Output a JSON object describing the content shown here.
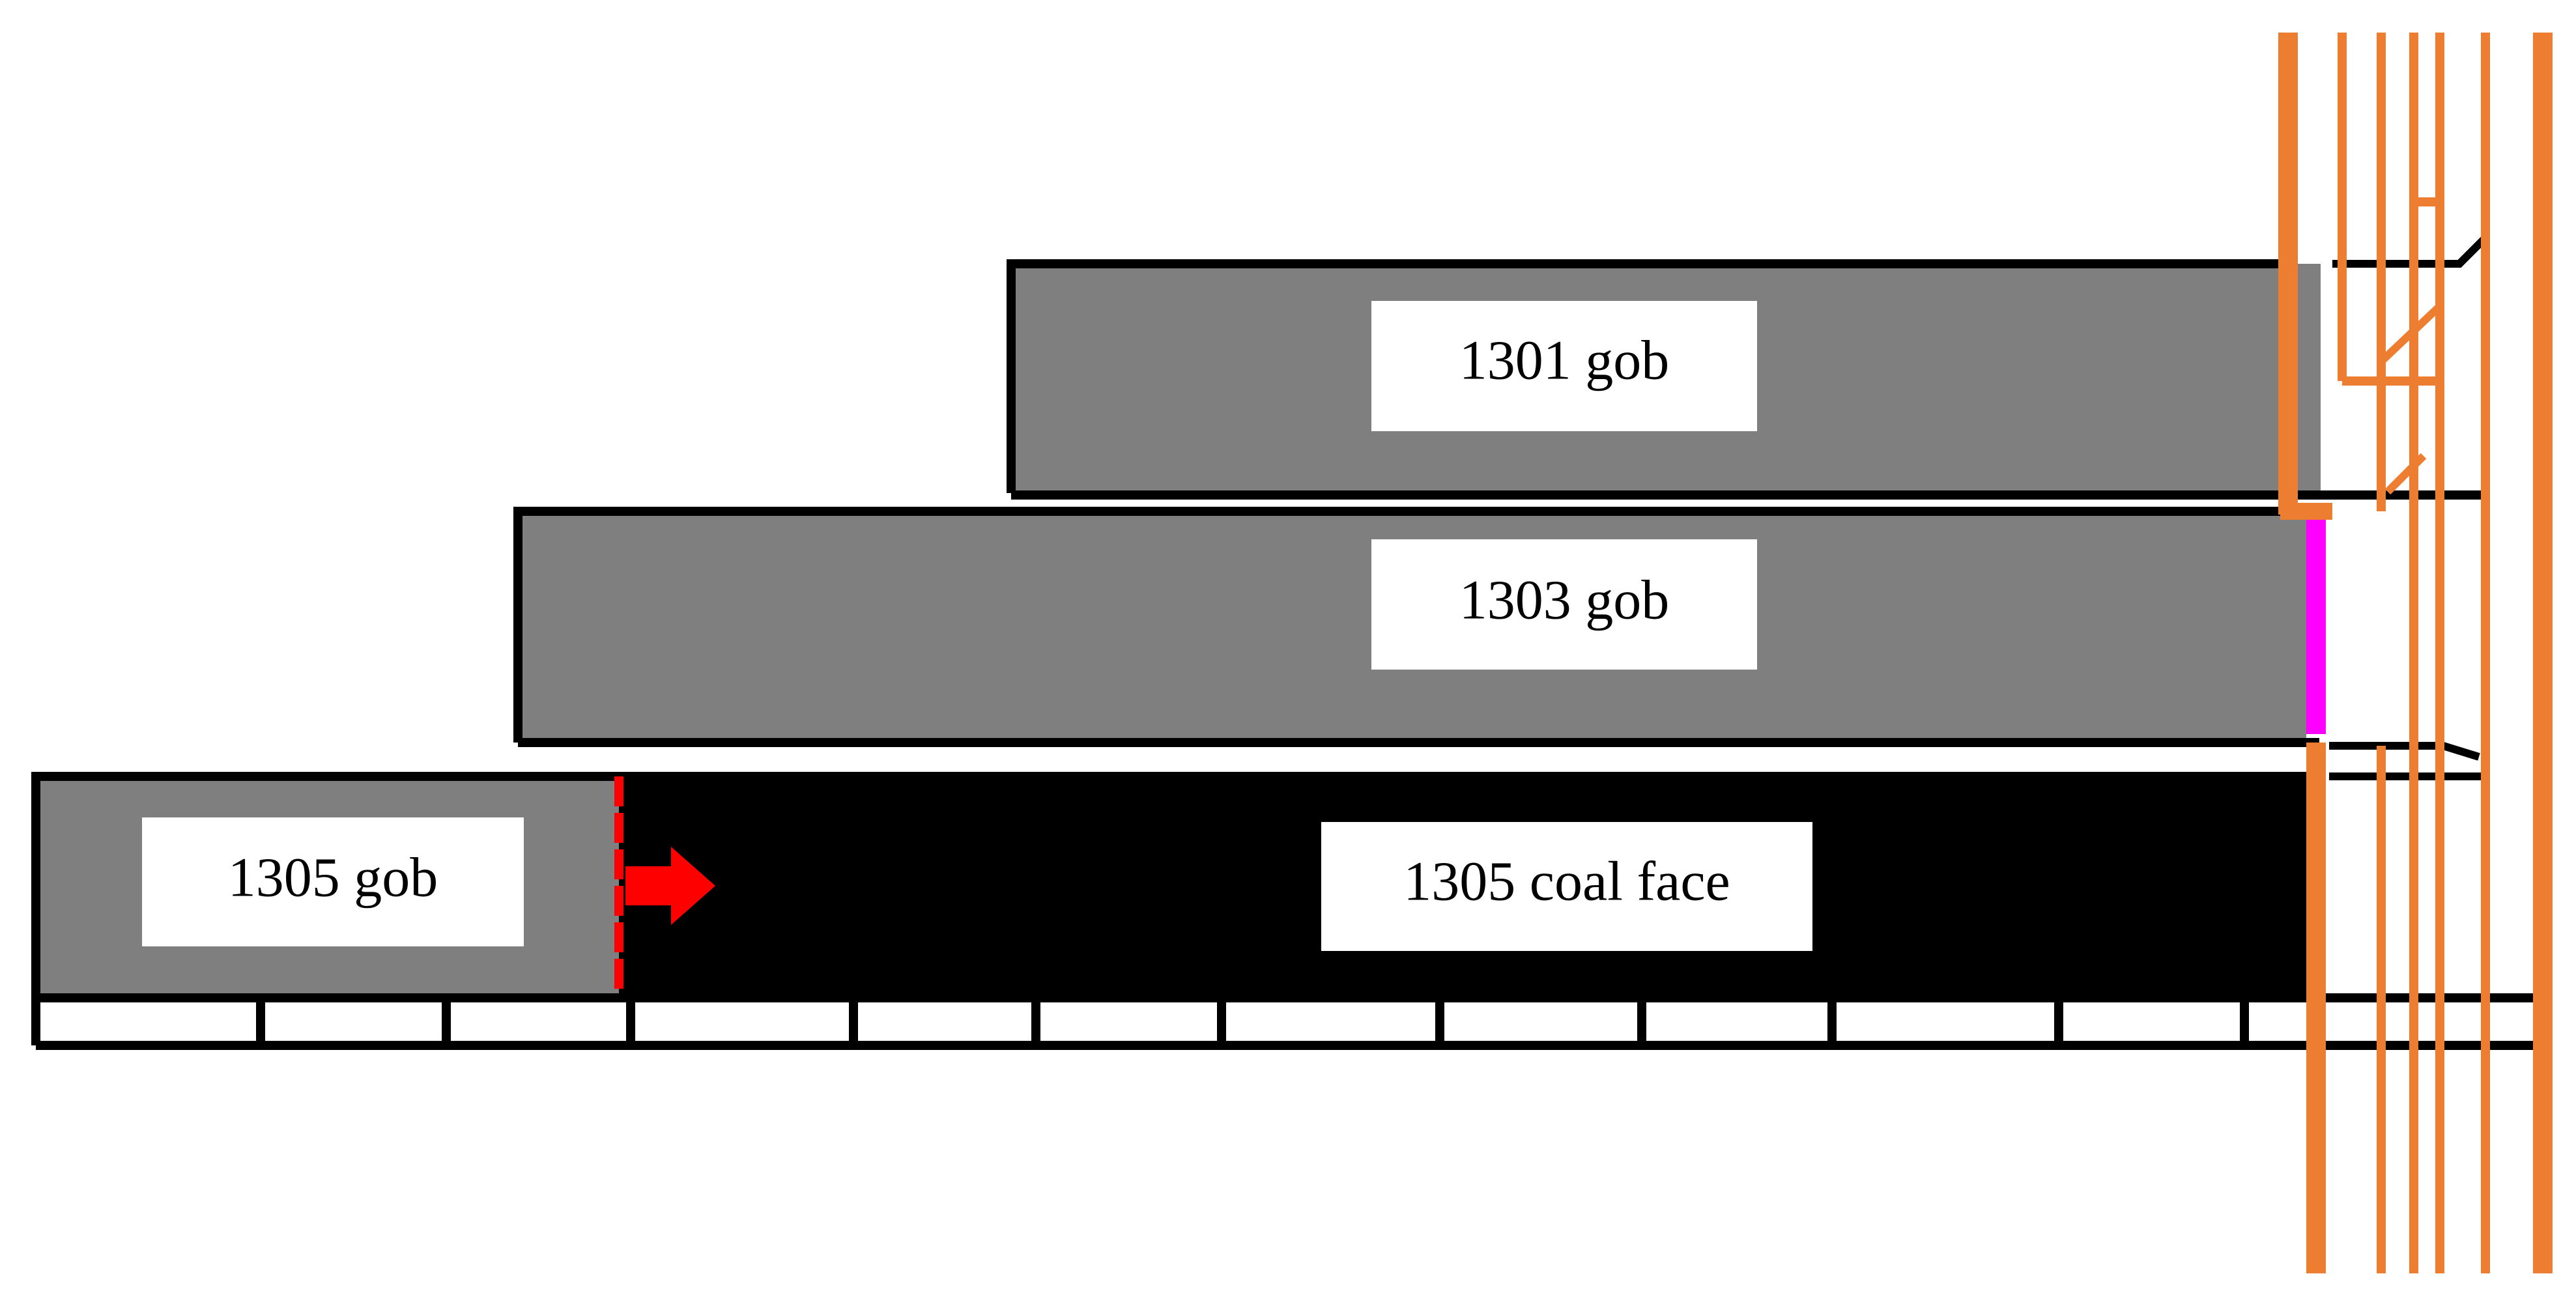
{
  "labels": {
    "gob_1301": "1301 gob",
    "gob_1303": "1303 gob",
    "gob_1305": "1305 gob",
    "coal_face_1305": "1305 coal face"
  },
  "colors": {
    "gob_fill": "#7f7f7f",
    "coal_face_fill": "#000000",
    "outline": "#000000",
    "roadway": "#ed7d31",
    "highlight_edge": "#ff00ff",
    "advance_marker": "#ff0000",
    "label_box": "#ffffff"
  },
  "advance_direction": "right"
}
